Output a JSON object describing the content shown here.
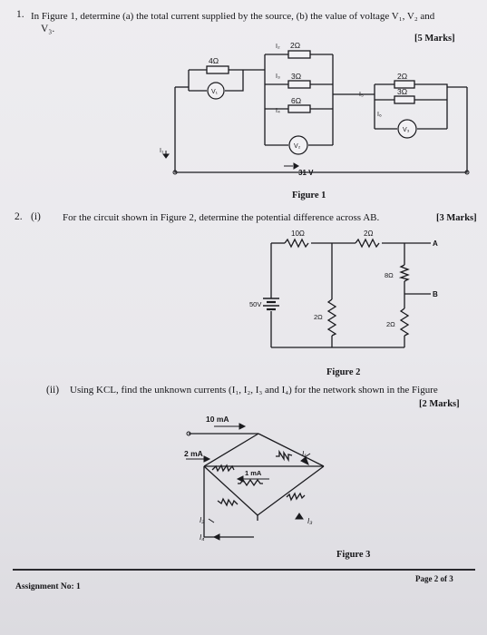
{
  "q1": {
    "number": "1.",
    "text_line1": "In Figure 1, determine (a) the total current supplied by the source, (b) the value of voltage V₁, V₂ and",
    "text_line2": "V₃.",
    "marks": "[5 Marks]"
  },
  "figure1": {
    "caption": "Figure 1",
    "source": "31 V",
    "r_top": "2Ω",
    "r_left": "4Ω",
    "r_mid1": "3Ω",
    "r_mid2": "6Ω",
    "r_right1": "2Ω",
    "r_right2": "3Ω",
    "v1": "V₁",
    "v2": "V₂",
    "v3": "V₃",
    "i1": "I₁",
    "i2": "I₂",
    "i3": "I₃",
    "i4": "I₄",
    "i5": "I₅",
    "i6": "I₆"
  },
  "q2": {
    "number": "2.",
    "part1": "(i)",
    "text1": "For the circuit shown in Figure 2, determine the potential difference across AB.",
    "marks1": "[3 Marks]",
    "part2": "(ii)",
    "text2": "Using KCL, find the unknown currents (I₁, I₂, I₃ and I₄) for the network shown in the Figure",
    "marks2": "[2 Marks]"
  },
  "figure2": {
    "caption": "Figure 2",
    "source": "50V",
    "r1": "10Ω",
    "r2": "2Ω",
    "r3": "8Ω",
    "r4": "2Ω",
    "r5": "2Ω",
    "node_a": "A",
    "node_b": "B"
  },
  "figure3": {
    "caption": "Figure 3",
    "i_top": "10 mA",
    "i_left": "2 mA",
    "i_mid": "1 mA",
    "i1": "I₁",
    "i2": "I₂",
    "i3": "I₃",
    "i4": "I₄"
  },
  "footer": {
    "assignment": "Assignment No: 1",
    "page": "Page 2 of 3"
  }
}
